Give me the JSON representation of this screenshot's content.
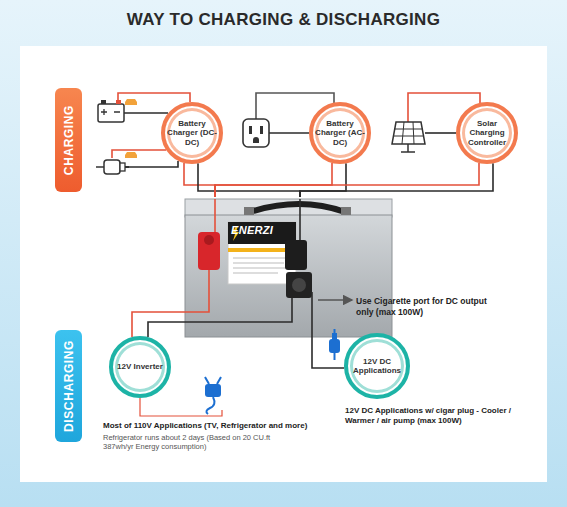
{
  "diagram": {
    "title": "WAY TO CHARGING & DISCHARGING",
    "nodes": [
      {
        "text": [
          "CHARGING"
        ]
      },
      {
        "text": [
          "Battery Charger (DC-DC)"
        ]
      },
      {
        "text": [
          "Battery Charger (AC-DC)"
        ]
      },
      {
        "text": [
          "Solar Charging Controller"
        ]
      },
      {
        "text": [
          "ENERZI"
        ]
      },
      {
        "text": [
          "DISCHARGING"
        ]
      },
      {
        "text": [
          "12V Inverter"
        ]
      },
      {
        "text": [
          "12V DC Applications"
        ]
      }
    ],
    "edges": [
      {
        "from": 1,
        "to": 4,
        "arrow": "none"
      },
      {
        "from": 2,
        "to": 4,
        "arrow": "none"
      },
      {
        "from": 3,
        "to": 4,
        "arrow": "none"
      },
      {
        "from": 4,
        "to": 6,
        "arrow": "none"
      },
      {
        "from": 4,
        "to": 7,
        "arrow": "none"
      }
    ],
    "labels": [
      "Use Cigarette port for DC output only (max 100W)",
      "Most of 110V Applications (TV, Refrigerator and more)",
      "Refrigerator runs about 2 days (Based on 20 CU.ft 387wh/yr Energy consumption)",
      "12V DC Applications w/ cigar plug - Cooler / Warmer / air pump (max 100W)"
    ]
  }
}
